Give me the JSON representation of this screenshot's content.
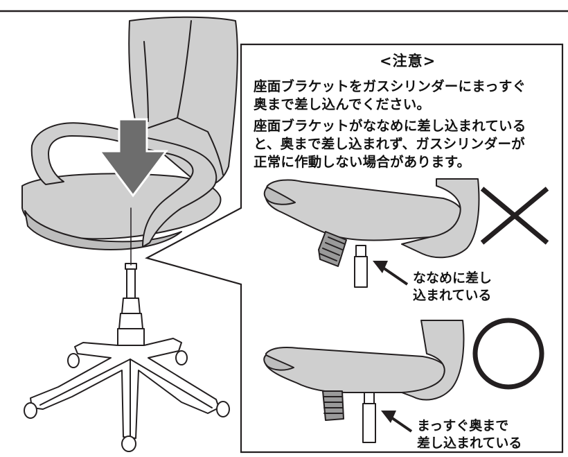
{
  "caution": {
    "title": "<注意>",
    "lines": [
      "座面ブラケットをガスシリンダーにまっすぐ",
      "奥まで差し込んでください。",
      "座面ブラケットがななめに差し込まれている",
      "と、奥まで差し込まれず、ガスシリンダーが",
      "正常に作動しない場合があります。"
    ]
  },
  "examples": {
    "wrong": {
      "symbol": "×",
      "label_lines": [
        "ななめに差し",
        "込まれている"
      ]
    },
    "correct": {
      "symbol": "○",
      "label_lines": [
        "まっすぐ奥まで",
        "差し込まれている"
      ]
    }
  },
  "colors": {
    "line": "#231f20",
    "part_fill": "#cfcfcf",
    "arrow_fill": "#6d6d6d",
    "background": "#ffffff"
  }
}
